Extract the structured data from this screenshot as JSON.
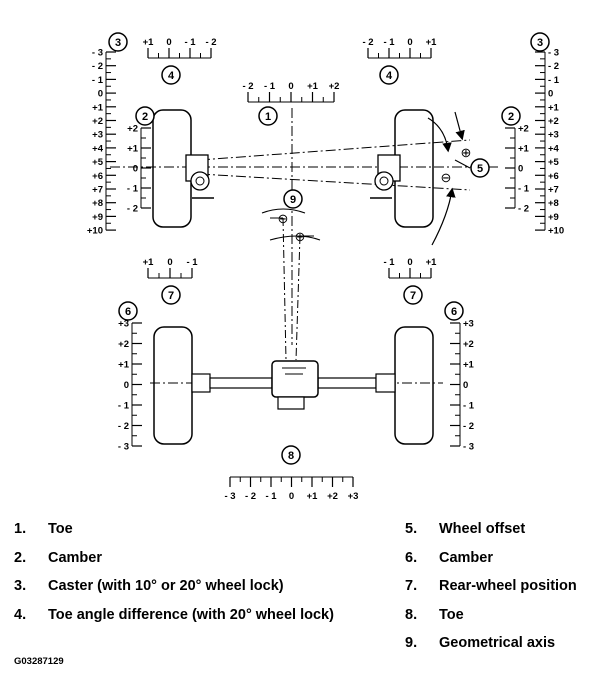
{
  "diagram": {
    "callouts": [
      "1",
      "2",
      "3",
      "4",
      "5",
      "6",
      "7",
      "8",
      "9"
    ],
    "scales": {
      "caster": [
        "- 3",
        "- 2",
        "- 1",
        "0",
        "+1",
        "+2",
        "+3",
        "+4",
        "+5",
        "+6",
        "+7",
        "+8",
        "+9",
        "+10"
      ],
      "camber_front": [
        "+2",
        "+1",
        "0",
        "- 1",
        "- 2"
      ],
      "toe_angle_left": [
        "+1",
        "0",
        "- 1",
        "- 2"
      ],
      "toe_angle_right": [
        "- 2",
        "- 1",
        "0",
        "+1"
      ],
      "front_toe": [
        "- 2",
        "- 1",
        "0",
        "+1",
        "+2"
      ],
      "rear_wheel_pos_left": [
        "+1",
        "0",
        "- 1"
      ],
      "rear_wheel_pos_right": [
        "- 1",
        "0",
        "+1"
      ],
      "rear_camber": [
        "+3",
        "+2",
        "+1",
        "0",
        "- 1",
        "- 2",
        "- 3"
      ],
      "rear_toe": [
        "- 3",
        "- 2",
        "- 1",
        "0",
        "+1",
        "+2",
        "+3"
      ]
    },
    "signs": {
      "plus": "⊕",
      "minus": "⊖"
    }
  },
  "legend": {
    "left": [
      {
        "num": "1.",
        "label": "Toe"
      },
      {
        "num": "2.",
        "label": "Camber"
      },
      {
        "num": "3.",
        "label": "Caster (with 10° or 20° wheel lock)"
      },
      {
        "num": "4.",
        "label": "Toe angle difference (with 20° wheel lock)"
      }
    ],
    "right": [
      {
        "num": "5.",
        "label": "Wheel offset"
      },
      {
        "num": "6.",
        "label": "Camber"
      },
      {
        "num": "7.",
        "label": "Rear-wheel position"
      },
      {
        "num": "8.",
        "label": "Toe"
      },
      {
        "num": "9.",
        "label": "Geometrical axis"
      }
    ]
  },
  "figure_code": "G03287129"
}
